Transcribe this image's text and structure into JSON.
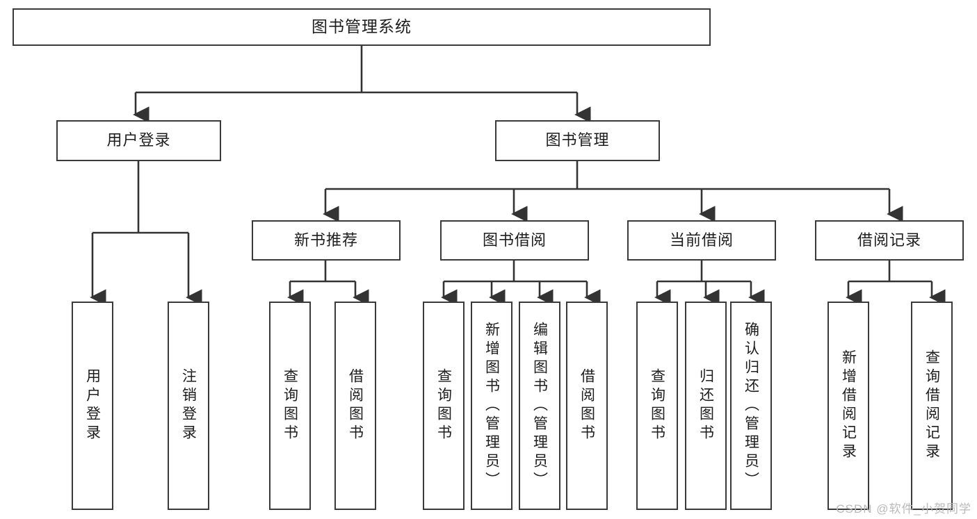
{
  "diagram": {
    "title": "图书管理系统",
    "type": "tree-hierarchy-chart",
    "root": {
      "id": "root",
      "label": "图书管理系统"
    },
    "level2": [
      {
        "id": "user-login",
        "label": "用户登录"
      },
      {
        "id": "book-management",
        "label": "图书管理"
      }
    ],
    "level3": [
      {
        "id": "new-book-recommend",
        "label": "新书推荐"
      },
      {
        "id": "book-borrow",
        "label": "图书借阅"
      },
      {
        "id": "current-borrow",
        "label": "当前借阅"
      },
      {
        "id": "borrow-record",
        "label": "借阅记录"
      }
    ],
    "leaves": {
      "user_login": [
        {
          "id": "leaf-user-login",
          "label": "用户登录"
        },
        {
          "id": "leaf-logout-login",
          "label": "注销登录"
        }
      ],
      "new_book_recommend": [
        {
          "id": "leaf-query-book-1",
          "label": "查询图书"
        },
        {
          "id": "leaf-borrow-book-1",
          "label": "借阅图书"
        }
      ],
      "book_borrow": [
        {
          "id": "leaf-query-book-2",
          "label": "查询图书"
        },
        {
          "id": "leaf-add-book",
          "label": "新增图书（管理员）"
        },
        {
          "id": "leaf-edit-book",
          "label": "编辑图书（管理员）"
        },
        {
          "id": "leaf-borrow-book-2",
          "label": "借阅图书"
        }
      ],
      "current_borrow": [
        {
          "id": "leaf-query-book-3",
          "label": "查询图书"
        },
        {
          "id": "leaf-return-book",
          "label": "归还图书"
        },
        {
          "id": "leaf-confirm-return",
          "label": "确认归还（管理员）"
        }
      ],
      "borrow_record": [
        {
          "id": "leaf-add-record",
          "label": "新增借阅记录"
        },
        {
          "id": "leaf-query-record",
          "label": "查询借阅记录"
        }
      ]
    },
    "colors": {
      "stroke": "#333333",
      "box_border": "#3a3a3a",
      "background": "#ffffff",
      "text": "#1d1d1d",
      "watermark": "#b9b9b9"
    }
  },
  "watermark": {
    "text": "CSDN @软件_小贺同学"
  }
}
